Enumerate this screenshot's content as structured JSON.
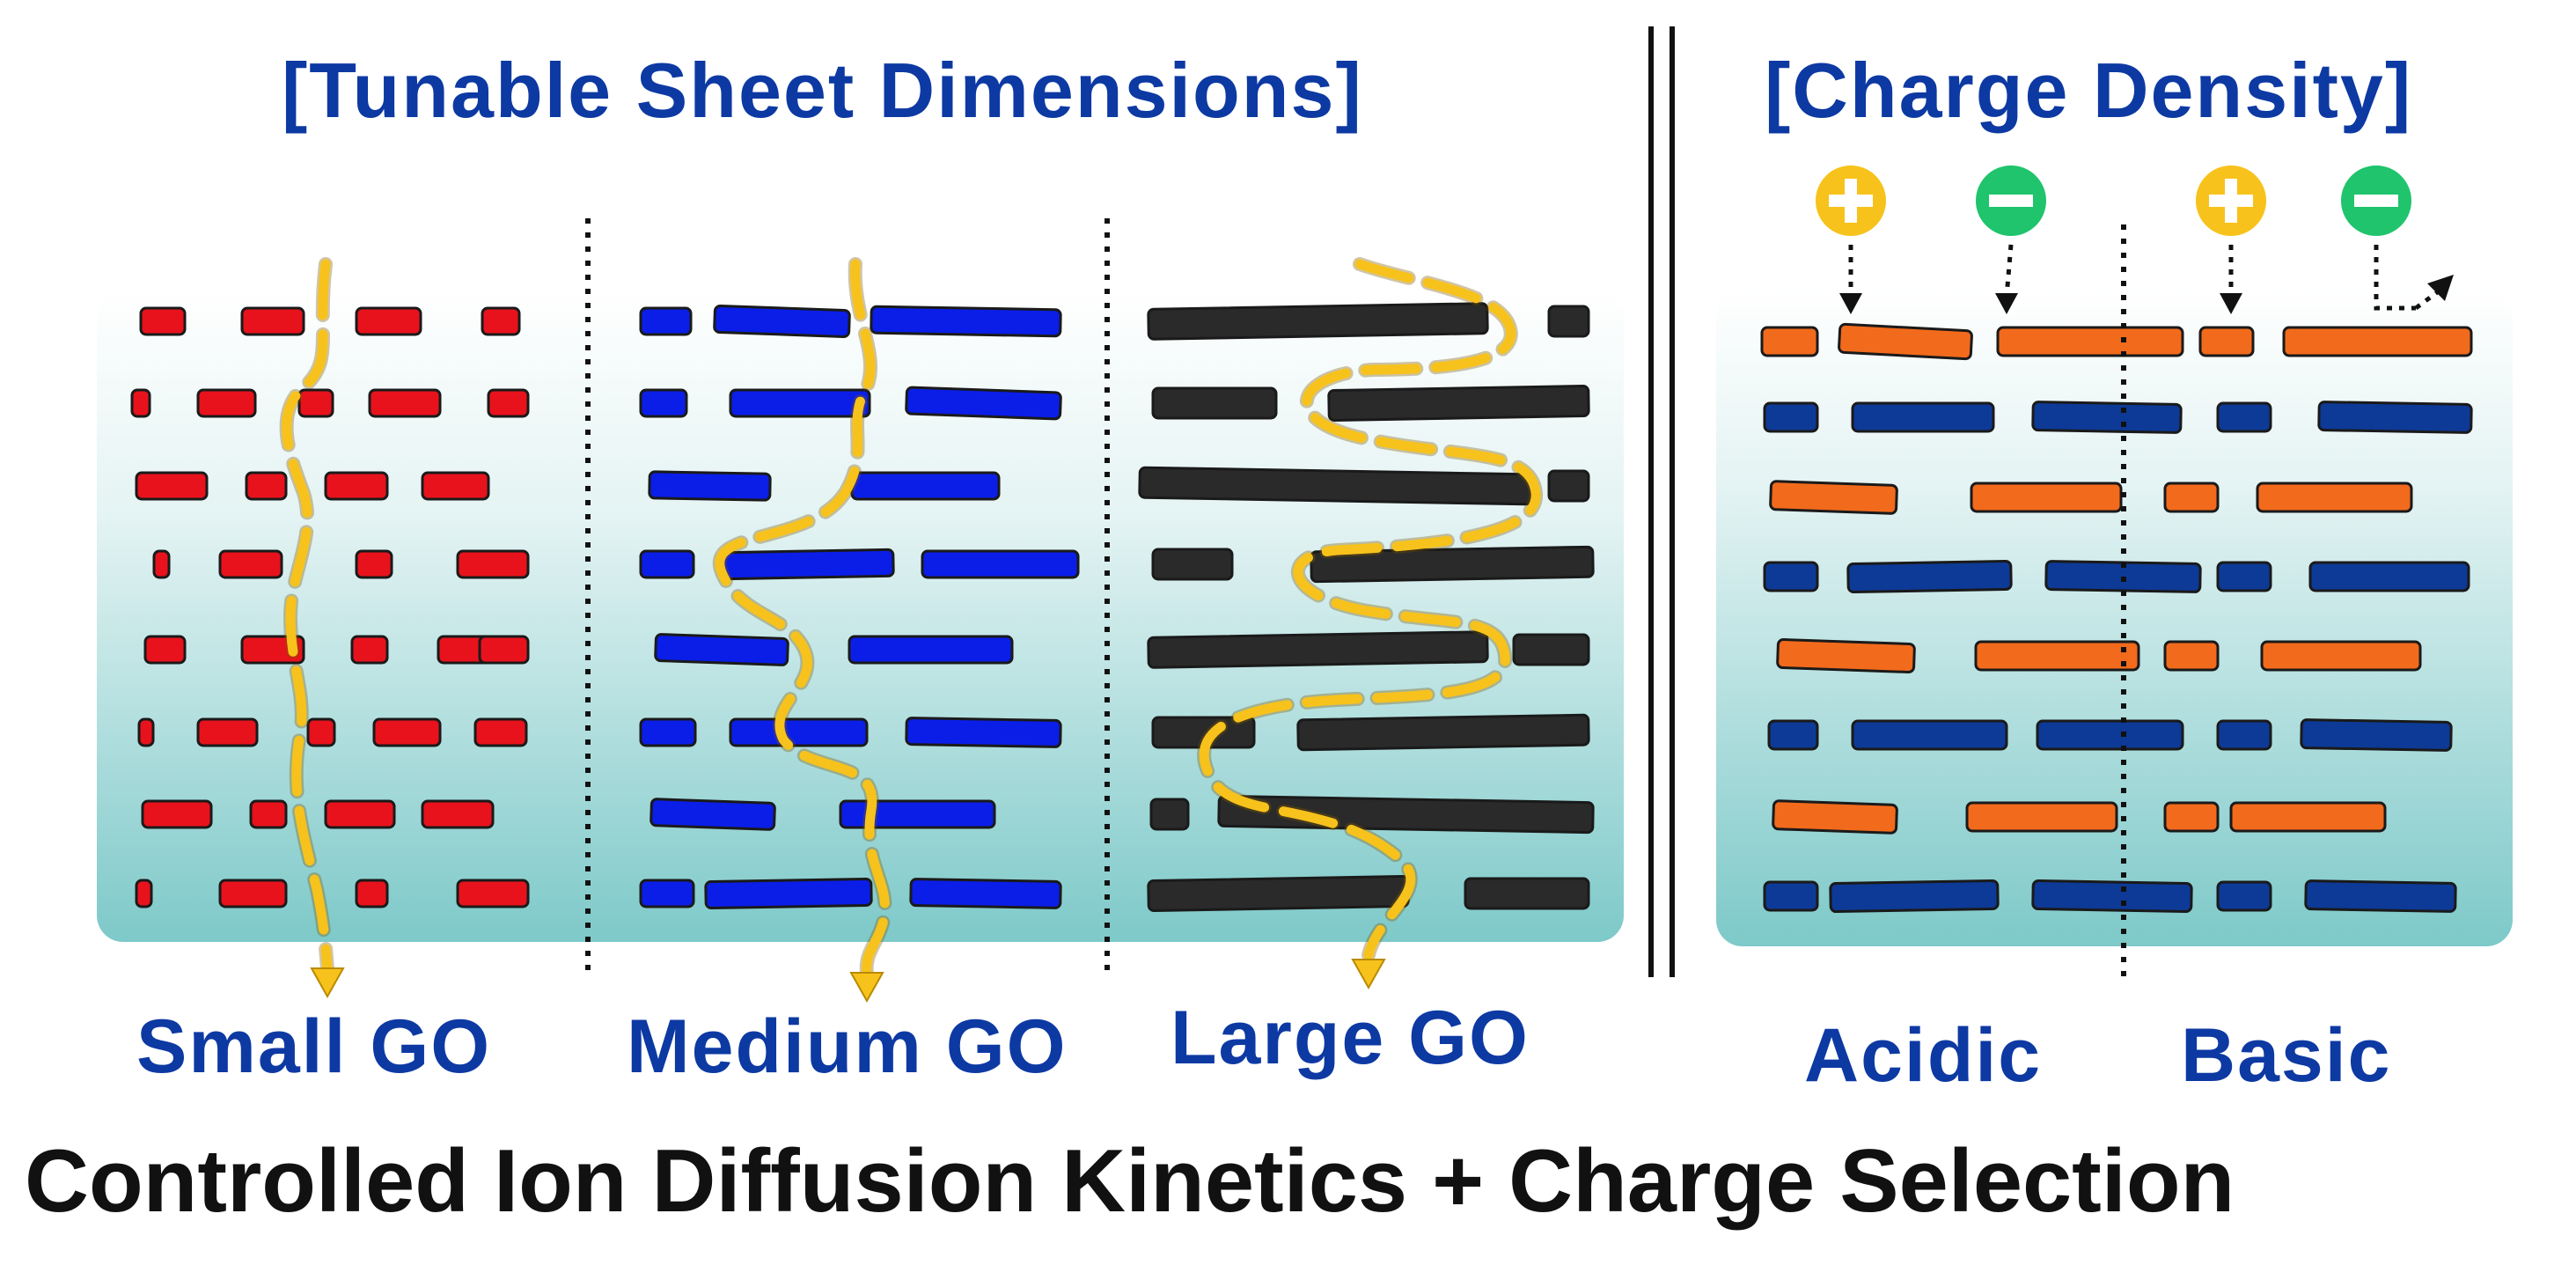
{
  "titles": {
    "left": "[Tunable Sheet Dimensions]",
    "right": "[Charge Density]"
  },
  "panels": {
    "small": "Small GO",
    "medium": "Medium GO",
    "large": "Large GO",
    "acidic": "Acidic",
    "basic": "Basic"
  },
  "charge_symbols": [
    "+",
    "-",
    "+",
    "-"
  ],
  "caption": "Controlled Ion Diffusion Kinetics + Charge Selection",
  "colors": {
    "text_blue": "#0d39a3",
    "small_sheet": "#e8121c",
    "medium_sheet": "#0a1ee8",
    "large_sheet": "#2a2a2a",
    "orange_sheet": "#f26a1c",
    "navy_sheet": "#0d3a96",
    "path": "#f7c21b",
    "positive_ion": "#f7c21b",
    "negative_ion": "#1fc46c",
    "background_top": "#ffffff",
    "background_bottom": "#7ec9c9"
  },
  "icons": [
    "positive-ion-icon",
    "negative-ion-icon",
    "diffusion-arrow-icon"
  ]
}
